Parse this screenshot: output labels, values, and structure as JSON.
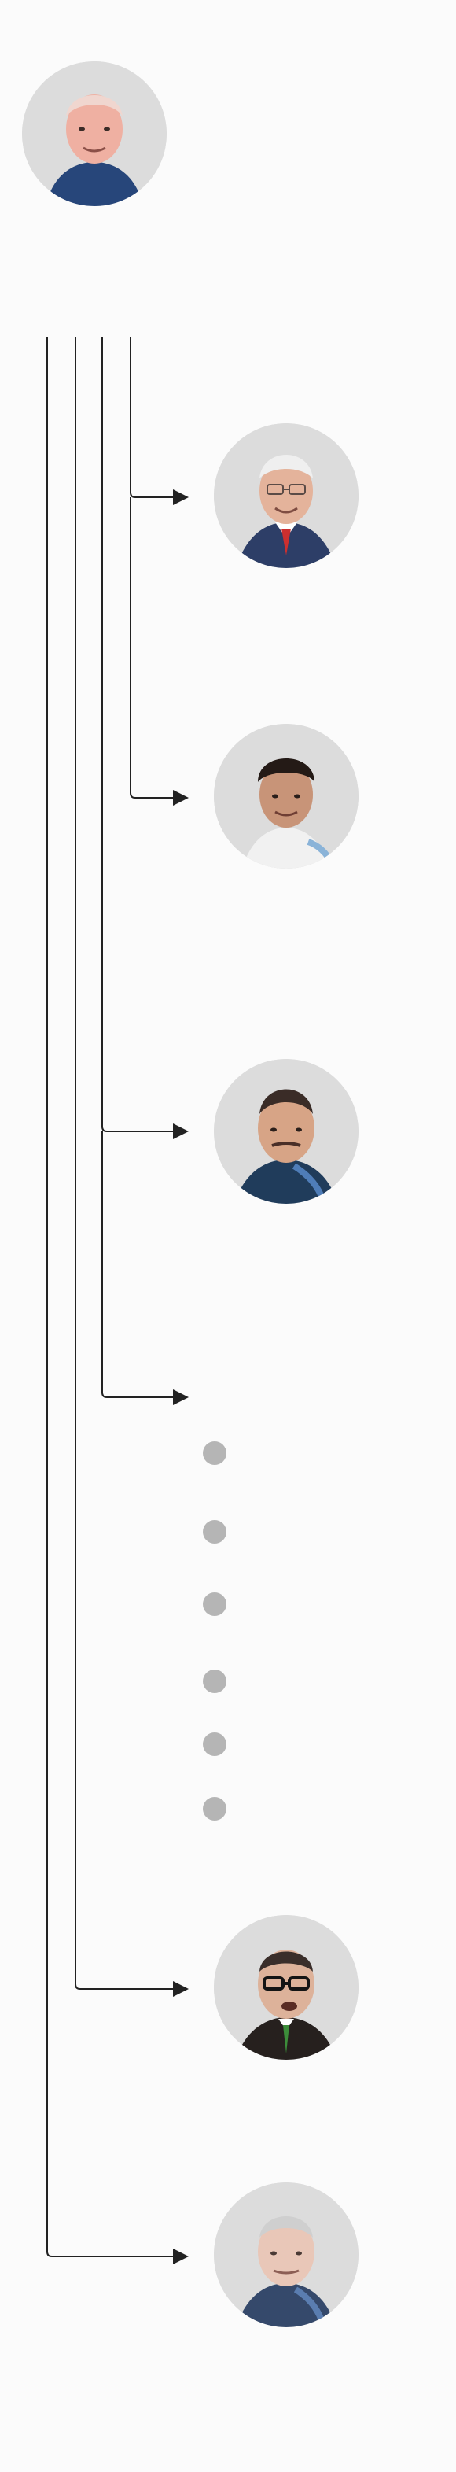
{
  "root": {
    "name": "root-person",
    "icon": "person-avatar-icon"
  },
  "branches": [
    {
      "name": "branch-person-1",
      "icon": "person-avatar-icon",
      "kind": "person",
      "palette": {
        "skin": "#e4b39b",
        "hair": "#efefef",
        "suit": "#2d3e67",
        "accent": "#cc2f2f"
      }
    },
    {
      "name": "branch-person-2",
      "icon": "person-avatar-icon",
      "kind": "person",
      "palette": {
        "skin": "#c89478",
        "hair": "#241a16",
        "suit": "#f1f1f1",
        "accent": "#8ab3d8"
      }
    },
    {
      "name": "branch-person-3",
      "icon": "person-avatar-icon",
      "kind": "person",
      "palette": {
        "skin": "#d7a486",
        "hair": "#3a2c27",
        "suit": "#203c5b",
        "accent": "#4f7db8"
      }
    },
    {
      "name": "branch-empty-group",
      "icon": "arrow-icon",
      "kind": "group",
      "bullets": 6
    },
    {
      "name": "branch-person-4",
      "icon": "person-avatar-icon",
      "kind": "person",
      "palette": {
        "skin": "#ddb29a",
        "hair": "#3a2e2a",
        "suit": "#26201e",
        "accent": "#3c8d3a"
      }
    },
    {
      "name": "branch-person-5",
      "icon": "person-avatar-icon",
      "kind": "person",
      "palette": {
        "skin": "#e9c7b8",
        "hair": "#cfcfcf",
        "suit": "#35496b",
        "accent": "#5a7db0"
      }
    }
  ],
  "colors": {
    "background": "#fbfbfb",
    "line": "#222222",
    "avatar_bg": "#dcdcdc",
    "bullet": "#b5b5b5"
  },
  "root_palette": {
    "skin": "#efb0a2",
    "hair": "#f0d6cf",
    "suit": "#27467a",
    "accent": "#7ca5d5"
  }
}
